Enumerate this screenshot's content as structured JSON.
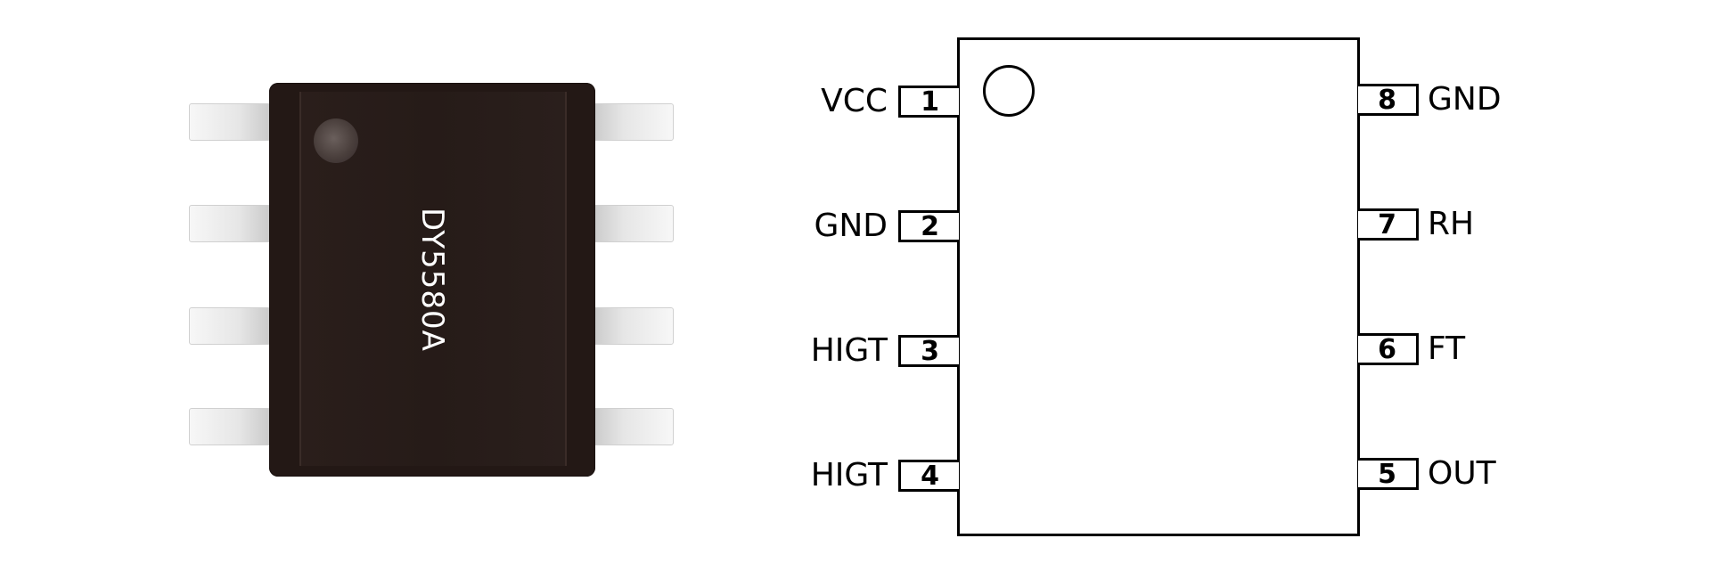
{
  "chip_photo": {
    "marking": "DY5580A"
  },
  "pinout": {
    "left_pins": [
      {
        "number": "1",
        "name": "VCC"
      },
      {
        "number": "2",
        "name": "GND"
      },
      {
        "number": "3",
        "name": "HIGT"
      },
      {
        "number": "4",
        "name": "HIGT"
      }
    ],
    "right_pins": [
      {
        "number": "8",
        "name": "GND"
      },
      {
        "number": "7",
        "name": "RH"
      },
      {
        "number": "6",
        "name": "FT"
      },
      {
        "number": "5",
        "name": "OUT"
      }
    ]
  }
}
